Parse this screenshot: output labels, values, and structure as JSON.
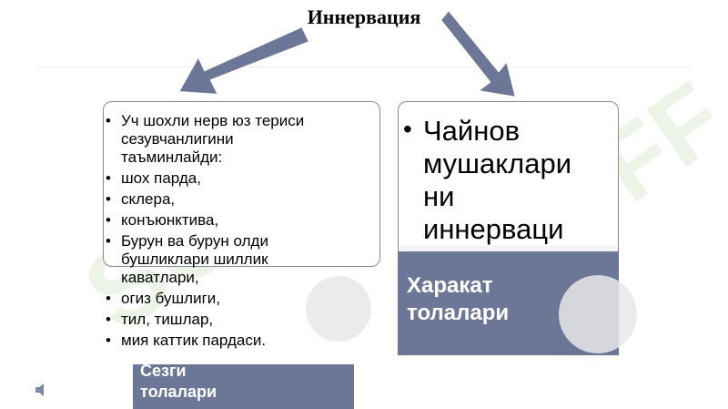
{
  "title": "Иннервация",
  "watermark": "SOFF",
  "left_box": {
    "items": [
      "Уч шохли нерв юз териси\nсезувчанлигини\nтаъминлайди:",
      " шох парда,",
      "склера,",
      "конъюнктива,",
      "Бурун ва бурун олди\nбушликлари шиллик\nкаватлари,",
      "огиз бушлиги,",
      "тил, тишлар,",
      "мия каттик пардаси."
    ],
    "footer_label": "Сезги\nтолалари"
  },
  "right_box": {
    "items": [
      "Чайнов\nмушаклари\nни\nиннерваци"
    ],
    "footer_label": "Харакат\nтолалари"
  },
  "colors": {
    "box_fill": "#6c7798",
    "arrow_fill": "#6c7798",
    "arrow_stroke": "#ffffff"
  }
}
